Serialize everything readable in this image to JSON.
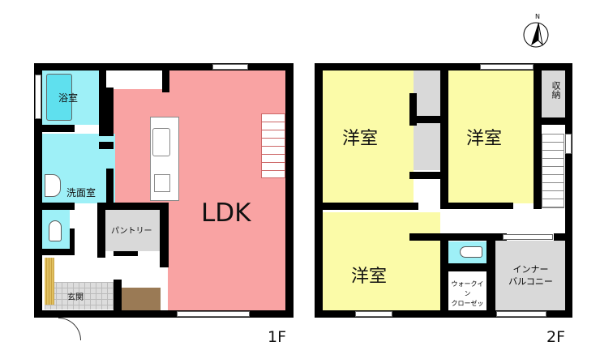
{
  "floor1": {
    "label": "1F",
    "rooms": {
      "bath": "浴室",
      "washroom": "洗面室",
      "pantry": "パントリー",
      "ldk": "LDK",
      "entrance": "玄関"
    }
  },
  "floor2": {
    "label": "2F",
    "rooms": {
      "western_room_nw": "洋室",
      "western_room_ne": "洋室",
      "western_room_s": "洋室",
      "storage": "収納",
      "walk_in_closet_line1": "ウォークイン",
      "walk_in_closet_line2": "クローゼット",
      "inner_balcony_line1": "インナー",
      "inner_balcony_line2": "バルコニー"
    }
  },
  "compass": {
    "label": "N"
  },
  "colors": {
    "ldk": "#f9a3a3",
    "wet": "#9ef0f7",
    "room": "#fbfba8",
    "storage": "#d9d9d9",
    "wall": "#000000"
  }
}
